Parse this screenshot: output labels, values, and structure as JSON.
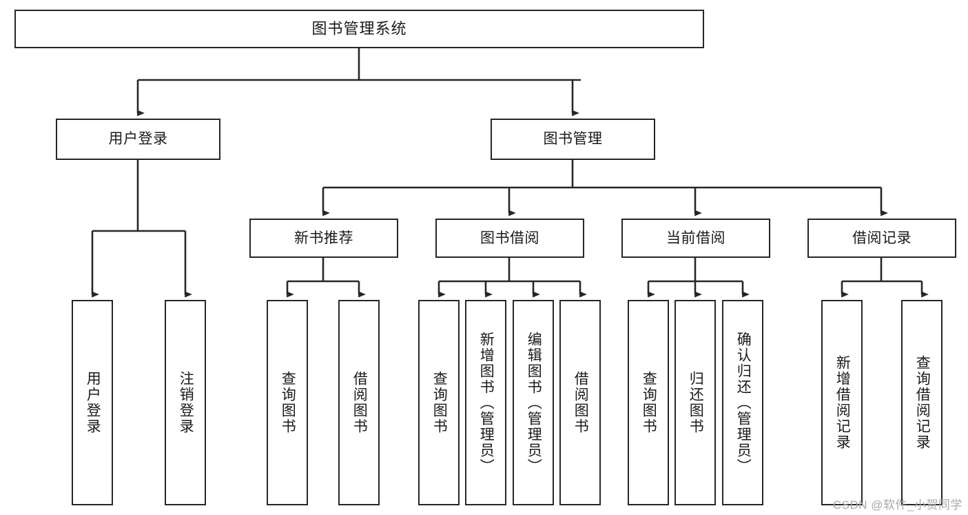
{
  "diagram": {
    "title": "图书管理系统",
    "type": "hierarchy-tree",
    "root": {
      "label": "图书管理系统"
    },
    "level2": [
      {
        "label": "用户登录"
      },
      {
        "label": "图书管理"
      }
    ],
    "level3": [
      {
        "label": "新书推荐"
      },
      {
        "label": "图书借阅"
      },
      {
        "label": "当前借阅"
      },
      {
        "label": "借阅记录"
      }
    ],
    "leaves": {
      "user_login": [
        {
          "label": "用户登录"
        },
        {
          "label": "注销登录"
        }
      ],
      "new_book": [
        {
          "label": "查询图书"
        },
        {
          "label": "借阅图书"
        }
      ],
      "book_borrow": [
        {
          "label": "查询图书"
        },
        {
          "label": "新增图书（管理员）"
        },
        {
          "label": "编辑图书（管理员）"
        },
        {
          "label": "借阅图书"
        }
      ],
      "current_borrow": [
        {
          "label": "查询图书"
        },
        {
          "label": "归还图书"
        },
        {
          "label": "确认归还（管理员）"
        }
      ],
      "borrow_record": [
        {
          "label": "新增借阅记录"
        },
        {
          "label": "查询借阅记录"
        }
      ]
    }
  },
  "watermark": {
    "text": "CSDN @软件_小贺同学"
  },
  "colors": {
    "stroke": "#262626",
    "background": "#ffffff",
    "text": "#1a1a1a",
    "watermark": "#a8a8a8"
  }
}
